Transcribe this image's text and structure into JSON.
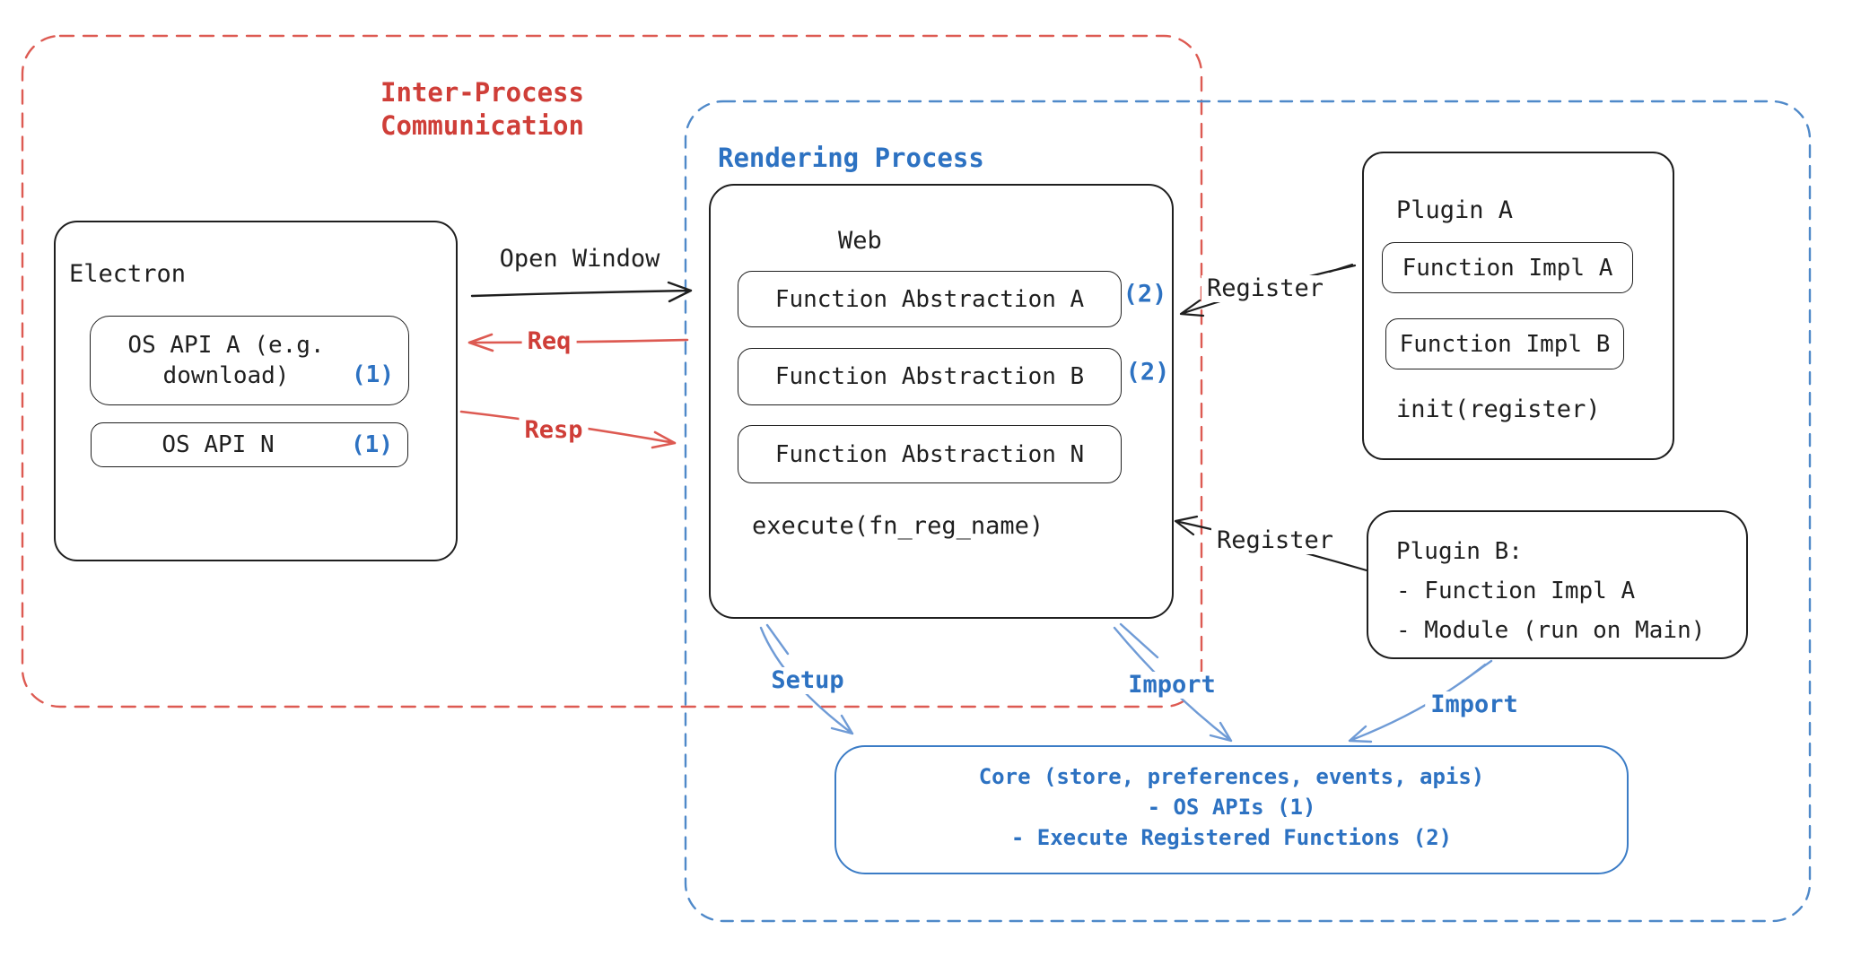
{
  "colors": {
    "black": "#1f1f1f",
    "red": "#cf3e38",
    "red_dash": "#dd5a52",
    "blue": "#2d72c2",
    "blue_dash": "#4f89c9",
    "blue_light": "#6f9bd6",
    "core_border": "#3b7cc6"
  },
  "regions": {
    "ipc": {
      "label_line1": "Inter-Process",
      "label_line2": "Communication"
    },
    "rendering": {
      "label": "Rendering Process"
    }
  },
  "electron": {
    "title": "Electron",
    "os_api_a_line1": "OS API A (e.g.",
    "os_api_a_line2": "download)",
    "os_api_a_badge": "(1)",
    "os_api_n": "OS API N",
    "os_api_n_badge": "(1)"
  },
  "web": {
    "title": "Web",
    "fn_a": "Function Abstraction A",
    "fn_a_badge": "(2)",
    "fn_b": "Function Abstraction B",
    "fn_b_badge": "(2)",
    "fn_n": "Function Abstraction N",
    "execute": "execute(fn_reg_name)"
  },
  "plugin_a": {
    "title": "Plugin A",
    "impl_a": "Function Impl A",
    "impl_b": "Function Impl B",
    "init": "init(register)"
  },
  "plugin_b": {
    "title": "Plugin B:",
    "item1": "- Function Impl A",
    "item2": "- Module (run on Main)"
  },
  "core": {
    "line1": "Core (store, preferences, events, apis)",
    "line2": "- OS APIs (1)",
    "line3": "- Execute Registered Functions (2)"
  },
  "arrows": {
    "open_window": "Open Window",
    "req": "Req",
    "resp": "Resp",
    "register_top": "Register",
    "register_bottom": "Register",
    "setup": "Setup",
    "import_web": "Import",
    "import_plugin": "Import"
  }
}
